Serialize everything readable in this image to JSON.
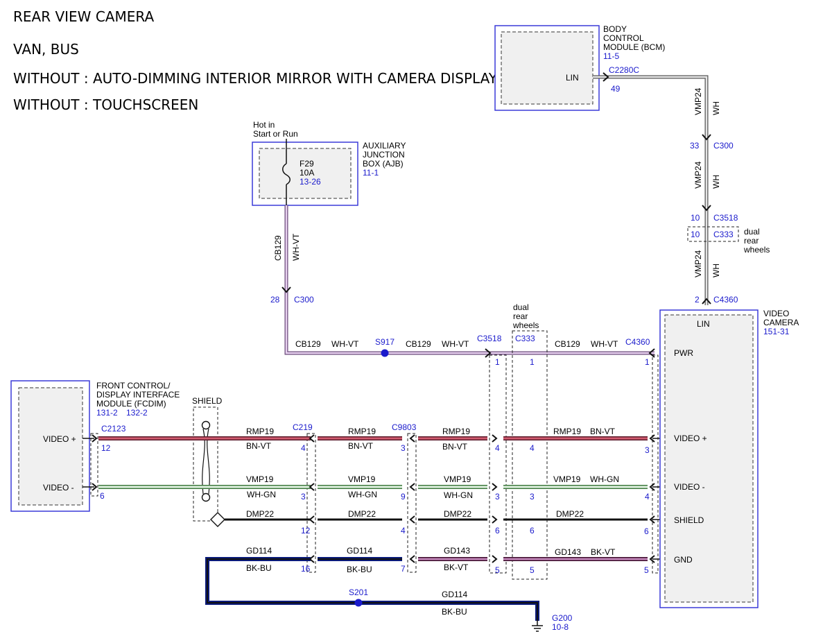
{
  "titles": {
    "line1": "REAR VIEW CAMERA",
    "line2": "VAN, BUS",
    "line3": "WITHOUT : AUTO-DIMMING INTERIOR MIRROR WITH CAMERA DISPLAY",
    "line4": "WITHOUT : TOUCHSCREEN"
  },
  "colors": {
    "wh": "#bdbdbd",
    "wh_vt": "#c7a3d6",
    "bn_vt": "#b5364f",
    "wh_gn": "#7fbf7f",
    "bk": "#111111",
    "bk_bu": "#0a1a7a",
    "bk_vt": "#6e2a5e",
    "accent_blue": "#1a1acc"
  },
  "modules": {
    "bcm": {
      "name": [
        "BODY",
        "CONTROL",
        "MODULE (BCM)"
      ],
      "ref": "11-5",
      "pin_label": "LIN",
      "connector": "C2280C",
      "pin": "49"
    },
    "ajb": {
      "name": [
        "AUXILIARY",
        "JUNCTION",
        "BOX (AJB)"
      ],
      "ref": "11-1",
      "fuse": "F29",
      "rating": "10A",
      "fuse_ref": "13-26",
      "supply": [
        "Hot in",
        "Start or Run"
      ]
    },
    "fcdim": {
      "name": [
        "FRONT CONTROL/",
        "DISPLAY INTERFACE",
        "MODULE (FCDIM)"
      ],
      "refs": [
        "131-2",
        "132-2"
      ],
      "pin_video_plus": "VIDEO +",
      "pin_video_minus": "VIDEO -",
      "connector": "C2123",
      "pin_plus": "12",
      "pin_minus": "6"
    },
    "camera": {
      "name": [
        "VIDEO",
        "CAMERA"
      ],
      "ref": "151-31",
      "pins": [
        "LIN",
        "PWR",
        "VIDEO +",
        "VIDEO -",
        "SHIELD",
        "GND"
      ],
      "connector": "C4360"
    }
  },
  "lin_circuit": {
    "circuit": "VMP24",
    "color": "WH",
    "c300": {
      "name": "C300",
      "pin": "33"
    },
    "c3518": {
      "name": "C3518",
      "pin": "10"
    },
    "c333": {
      "name": "C333",
      "pin": "10"
    },
    "c4360": {
      "name": "C4360",
      "pin": "2"
    },
    "dual_rear": [
      "dual",
      "rear",
      "wheels"
    ]
  },
  "power_circuit": {
    "circuit": "CB129",
    "color": "WH-VT",
    "c300": {
      "name": "C300",
      "pin": "28"
    },
    "splice": "S917",
    "c3518": {
      "name": "C3518",
      "pin": "1"
    },
    "c333": {
      "name": "C333",
      "pin": "1"
    },
    "c4360_pin": "1",
    "dual_rear": [
      "dual",
      "rear",
      "wheels"
    ]
  },
  "shield_label": "SHIELD",
  "connectors": {
    "c219": "C219",
    "c9803": "C9803"
  },
  "video_plus": {
    "circuit": "RMP19",
    "color": "BN-VT",
    "pins": [
      "12",
      "4",
      "3",
      "4",
      "4",
      "3"
    ]
  },
  "video_minus": {
    "circuit": "VMP19",
    "color": "WH-GN",
    "pins": [
      "6",
      "3",
      "9",
      "3",
      "3",
      "4"
    ]
  },
  "shield": {
    "circuit": "DMP22",
    "pins": [
      "12",
      "4",
      "6",
      "6",
      "6"
    ]
  },
  "ground": {
    "circuit_a": "GD114",
    "color_a": "BK-BU",
    "circuit_b": "GD143",
    "color_b": "BK-VT",
    "pins": [
      "16",
      "7",
      "5",
      "5",
      "5"
    ],
    "splice": "S201",
    "ground_point": "G200",
    "ground_ref": "10-8"
  }
}
